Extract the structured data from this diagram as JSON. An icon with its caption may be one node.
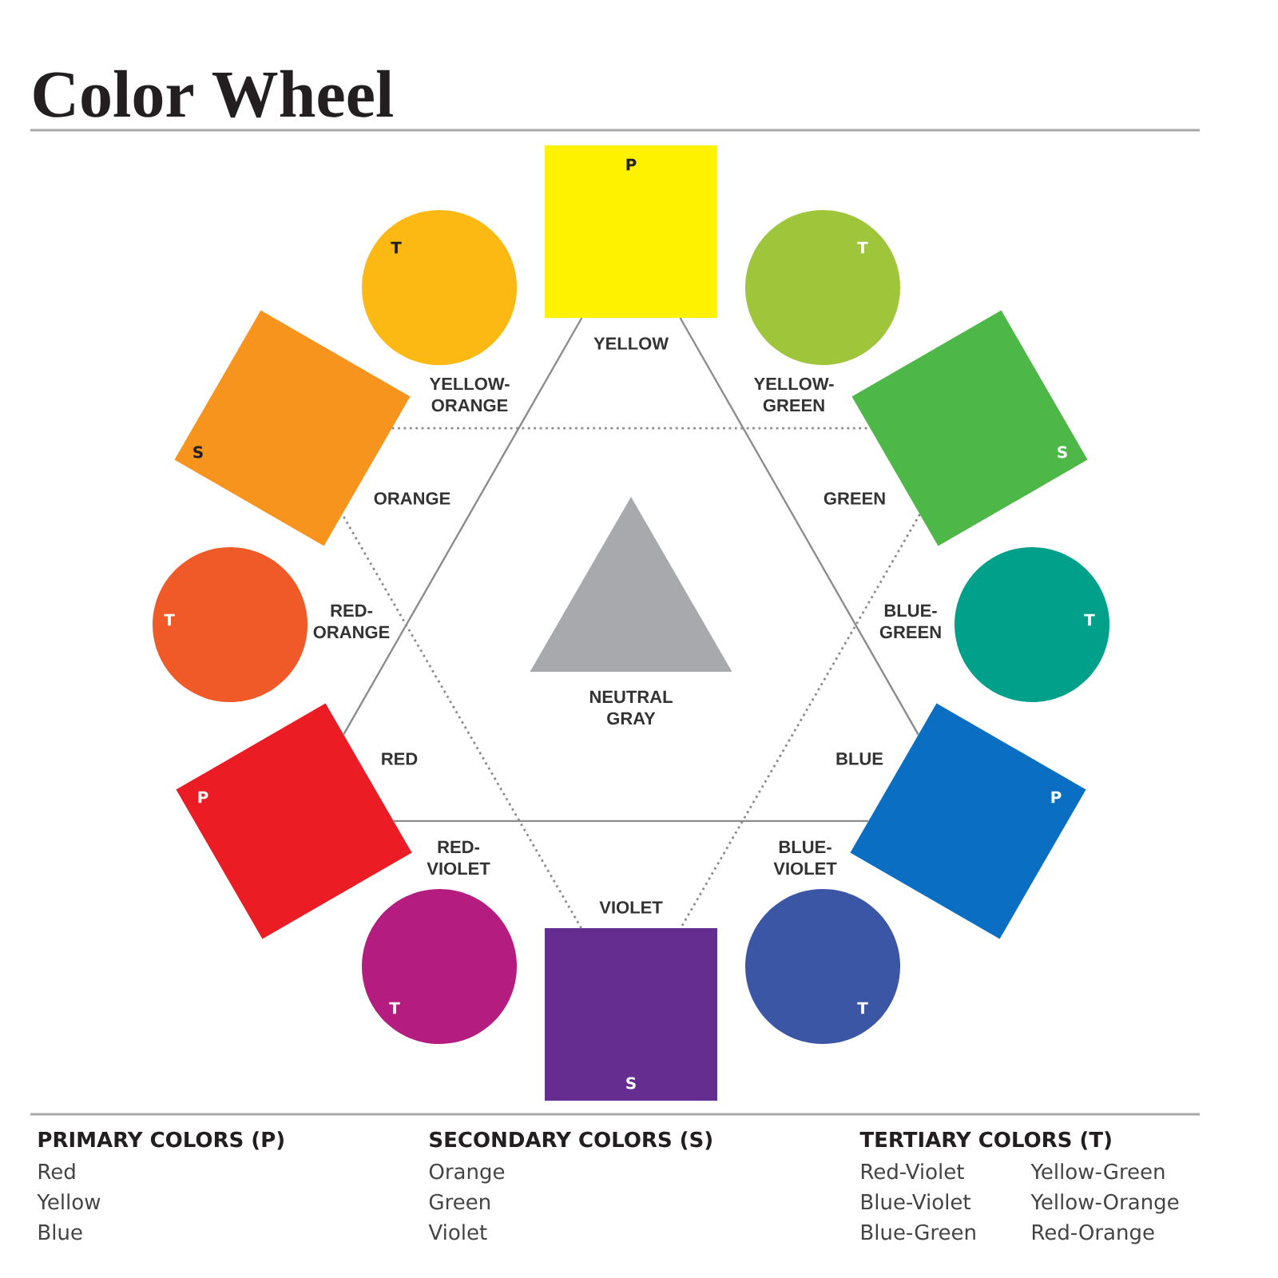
{
  "diagram": {
    "title": "Color Wheel",
    "nodes": [
      {
        "text": [
          "P"
        ],
        "beside": [
          "YELLOW"
        ]
      },
      {
        "text": [
          "T"
        ],
        "beside": [
          "YELLOW- GREEN"
        ]
      },
      {
        "text": [
          "S"
        ],
        "beside": [
          "GREEN"
        ]
      },
      {
        "text": [
          "T"
        ],
        "beside": [
          "BLUE- GREEN"
        ]
      },
      {
        "text": [
          "P"
        ],
        "beside": [
          "BLUE"
        ]
      },
      {
        "text": [
          "T"
        ],
        "beside": [
          "BLUE- VIOLET"
        ]
      },
      {
        "text": [
          "S"
        ],
        "beside": [
          "VIOLET"
        ]
      },
      {
        "text": [
          "T"
        ],
        "beside": [
          "RED- VIOLET"
        ]
      },
      {
        "text": [
          "P"
        ],
        "beside": [
          "RED"
        ]
      },
      {
        "text": [
          "T"
        ],
        "beside": [
          "RED- ORANGE"
        ]
      },
      {
        "text": [
          "S"
        ],
        "beside": [
          "ORANGE"
        ]
      },
      {
        "text": [
          "T"
        ],
        "beside": [
          "YELLOW- ORANGE"
        ]
      },
      {
        "text": [],
        "shape": "triangle",
        "beside": [
          "NEUTRAL GRAY"
        ]
      }
    ],
    "edges": [
      {
        "from": 0,
        "to": 8,
        "arrow": "none"
      },
      {
        "from": 8,
        "to": 4,
        "arrow": "none"
      },
      {
        "from": 4,
        "to": 0,
        "arrow": "none"
      },
      {
        "from": 10,
        "to": 2,
        "arrow": "none",
        "style": "dashed"
      },
      {
        "from": 2,
        "to": 6,
        "arrow": "none",
        "style": "dashed"
      },
      {
        "from": 6,
        "to": 10,
        "arrow": "none",
        "style": "dashed"
      }
    ],
    "labels": [
      "PRIMARY COLORS (P)",
      "Red",
      "Yellow",
      "Blue",
      "SECONDARY COLORS (S)",
      "Orange",
      "Green",
      "Violet",
      "TERTIARY COLORS (T)",
      "Red-Violet",
      "Yellow-Green",
      "Blue-Violet",
      "Yellow-Orange",
      "Blue-Green",
      "Red-Orange"
    ]
  }
}
